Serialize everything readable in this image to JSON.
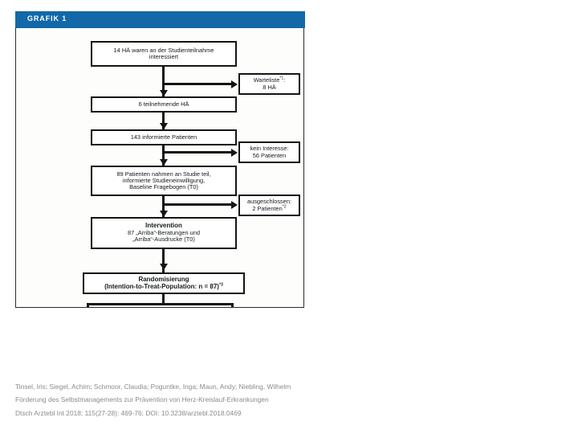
{
  "figure": {
    "header_label": "GRAFIK 1",
    "header_color": "#1268a8",
    "boxes": {
      "interested": {
        "line1": "14 HÄ waren an der Studienteilnahme",
        "line2": "interessiert"
      },
      "waitlist": {
        "line1": "Warteliste",
        "sup1": "*1",
        "line1_tail": ":",
        "line2": "8 HÄ"
      },
      "participating": {
        "line1": "6 teilnehmende HÄ"
      },
      "informed": {
        "line1": "143 informierte Patienten"
      },
      "no_interest": {
        "line1": "kein Interesse:",
        "line2": "56 Patienten"
      },
      "enrolled": {
        "line1": "89 Patienten nahmen an Studie teil,",
        "line2": "informierte Studieneinwilligung,",
        "line3": "Baseline Fragebogen (T0)"
      },
      "excluded": {
        "line1": "ausgeschlossen:",
        "line2": "2 Patienten",
        "sup2": "*2"
      },
      "intervention": {
        "title": "Intervention",
        "line2": "87 „Arriba“-Beratungen und",
        "line3": "„Arriba“-Ausdrucke (T0)"
      },
      "randomization": {
        "title": "Randomisierung",
        "line2": "(Intention-to-Treat-Population: n = 87)",
        "sup2": "*3"
      }
    }
  },
  "citation": {
    "line1": "Tinsel, Iris; Siegel, Achim; Schmoor, Claudia; Poguntke, Inga; Maun, Andy; Niebling, Wilhelm",
    "line2": "Förderung des Selbstmanagements zur Prävention von Herz-Kreislauf-Erkrankungen",
    "line3": "Dtsch Arztebl Int 2018; 115(27-28): 469-76; DOI: 10.3238/arztebl.2018.0469"
  }
}
